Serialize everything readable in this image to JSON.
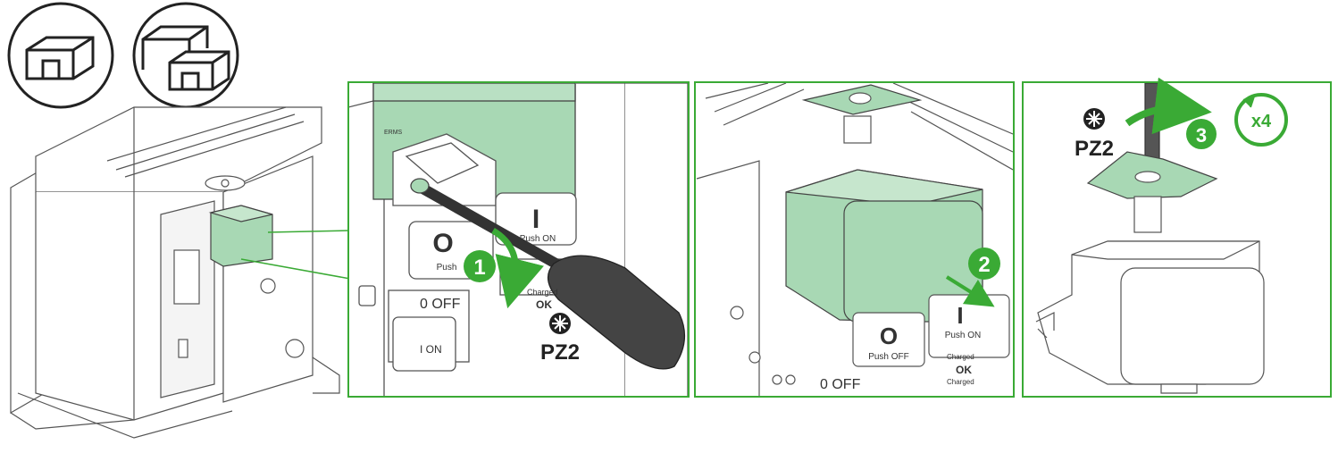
{
  "colors": {
    "accent_green": "#3aaa35",
    "panel_fill": "#a8d8b4",
    "line": "#444444",
    "frame": "#3aaa35"
  },
  "icons": {
    "single_box": "single-box-icon",
    "double_box": "double-box-icon",
    "screwdriver_head": "phillips-head-icon",
    "rotate": "rotate-arrow-icon"
  },
  "overview": {
    "label_push_on": "Push ON",
    "label_push_off": "Push OFF"
  },
  "panel1": {
    "step": "1",
    "tool": "PZ2",
    "label_push_on": "Push ON",
    "label_push": "Push",
    "label_off": "OFF",
    "label_on": "ON",
    "label_ok": "OK",
    "label_charged": "Charged",
    "label_erms": "ERMS"
  },
  "panel2": {
    "step": "2",
    "label_push_on": "Push ON",
    "label_push_off": "Push OFF",
    "label_off": "OFF",
    "label_ok": "OK",
    "label_charged": "Charged"
  },
  "panel3": {
    "step": "3",
    "tool": "PZ2",
    "repeat": "x4"
  }
}
